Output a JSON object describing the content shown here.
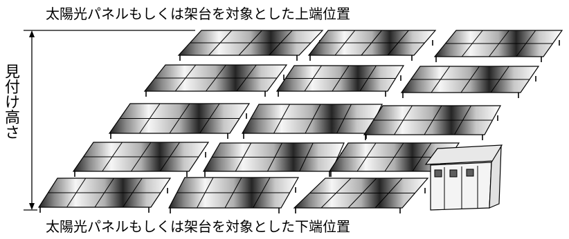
{
  "labels": {
    "top_edge": "太陽光パネルもしくは架台を対象とした上端位置",
    "bottom_edge": "太陽光パネルもしくは架台を対象とした下端位置",
    "visible_height": "見付け高さ"
  },
  "colors": {
    "line": "#000000",
    "panel_dark": "#1f1f1f",
    "panel_light": "#f6f6f6",
    "panel_mid": "#9a9a9a",
    "building_wall": "#f4f4f4",
    "building_roof": "#e8e8e8",
    "window": "#5e5e5e"
  }
}
